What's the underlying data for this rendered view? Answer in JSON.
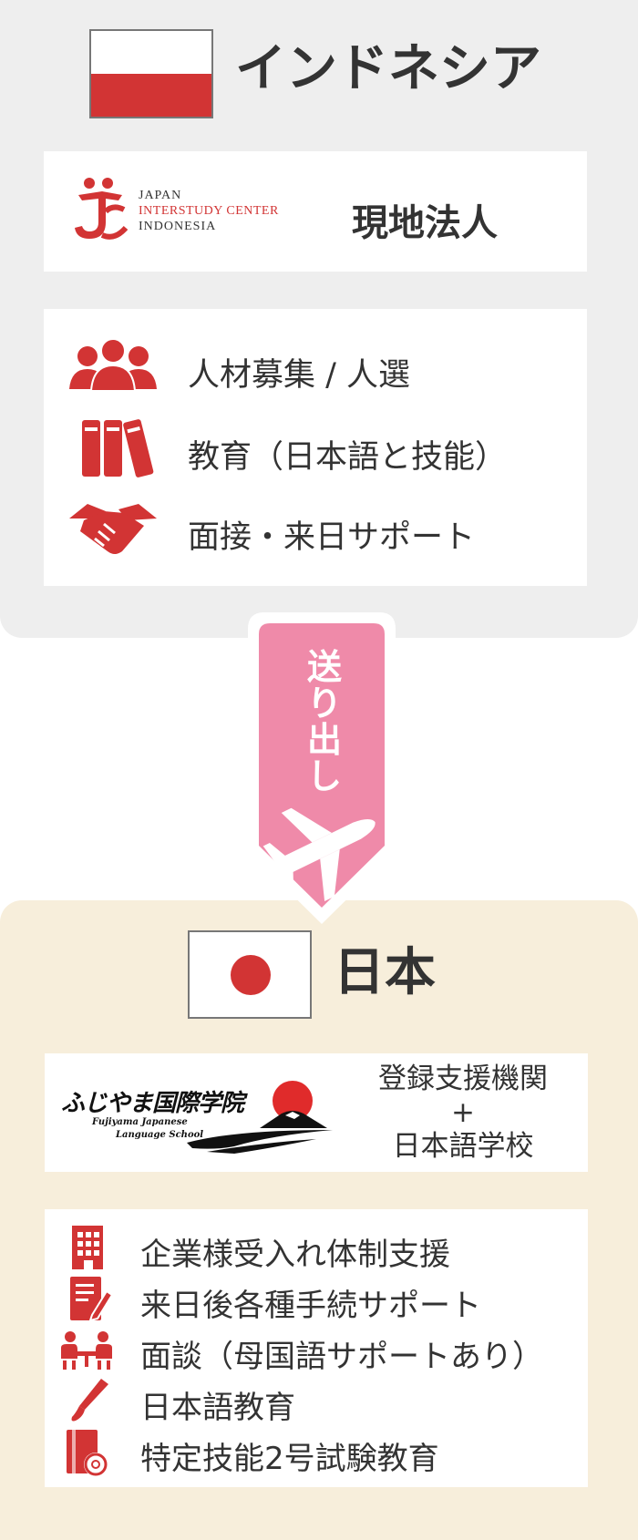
{
  "indonesia": {
    "country": "インドネシア",
    "logo": {
      "line1": "JAPAN",
      "line2": "INTERSTUDY CENTER",
      "line3": "INDONESIA"
    },
    "corp_label": "現地法人",
    "services": [
      {
        "icon": "people-icon",
        "label": "人材募集 / 人選"
      },
      {
        "icon": "books-icon",
        "label": "教育（日本語と技能）"
      },
      {
        "icon": "handshake-icon",
        "label": "面接・来日サポート"
      }
    ]
  },
  "transfer": {
    "label_chars": [
      "送",
      "り",
      "出",
      "し"
    ],
    "icon": "airplane-icon"
  },
  "japan": {
    "country": "日本",
    "school_logo": {
      "title": "ふじやま国際学院",
      "sub1": "Fujiyama Japanese",
      "sub2": "Language School"
    },
    "org_label": [
      "登録支援機関",
      "+",
      "日本語学校"
    ],
    "services": [
      {
        "icon": "building-icon",
        "label": "企業様受入れ体制支援"
      },
      {
        "icon": "document-pen-icon",
        "label": "来日後各種手続サポート"
      },
      {
        "icon": "meeting-icon",
        "label": "面談（母国語サポートあり）"
      },
      {
        "icon": "brush-icon",
        "label": "日本語教育"
      },
      {
        "icon": "exam-book-icon",
        "label": "特定技能2号試験教育"
      }
    ]
  },
  "colors": {
    "accent_red": "#d23434",
    "arrow_pink": "#ef8aa9",
    "top_bg": "#eeeeee",
    "bottom_bg": "#f7eedb"
  }
}
